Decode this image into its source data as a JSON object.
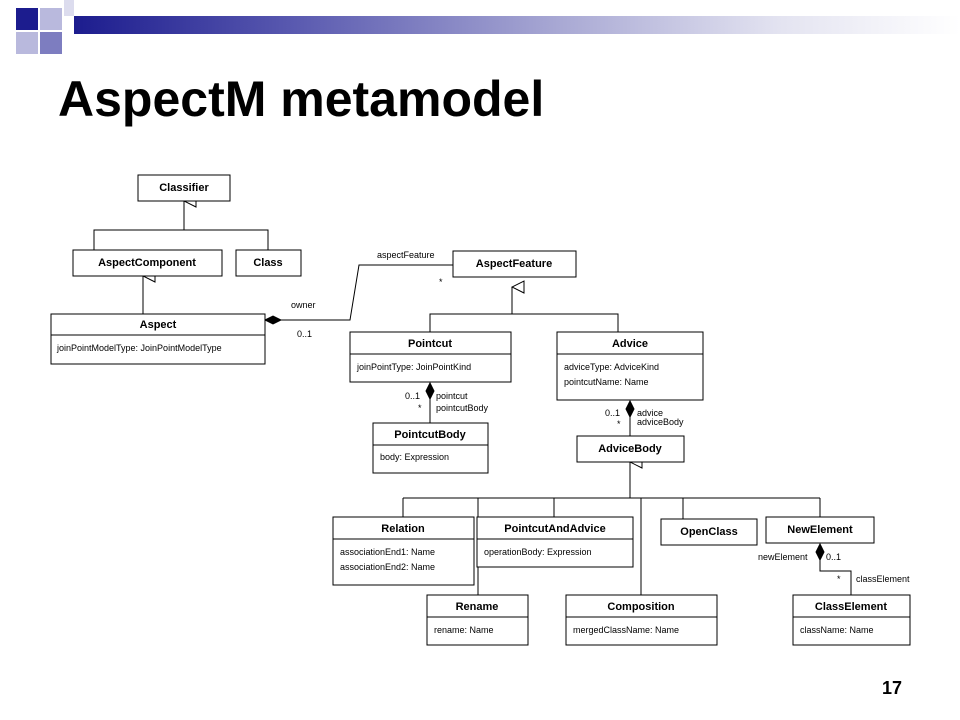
{
  "slide": {
    "title": "AspectM metamodel",
    "page_number": "17"
  },
  "diagram": {
    "classes": {
      "classifier": {
        "name": "Classifier"
      },
      "aspect_component": {
        "name": "AspectComponent"
      },
      "class": {
        "name": "Class"
      },
      "aspect": {
        "name": "Aspect",
        "attrs": [
          "joinPointModelType: JoinPointModelType"
        ]
      },
      "aspect_feature": {
        "name": "AspectFeature"
      },
      "pointcut": {
        "name": "Pointcut",
        "attrs": [
          "joinPointType: JoinPointKind"
        ]
      },
      "advice": {
        "name": "Advice",
        "attrs": [
          "adviceType: AdviceKind",
          "pointcutName: Name"
        ]
      },
      "pointcut_body": {
        "name": "PointcutBody",
        "attrs": [
          "body: Expression"
        ]
      },
      "advice_body": {
        "name": "AdviceBody"
      },
      "relation": {
        "name": "Relation",
        "attrs": [
          "associationEnd1: Name",
          "associationEnd2: Name"
        ]
      },
      "pointcut_and_advice": {
        "name": "PointcutAndAdvice",
        "attrs": [
          "operationBody: Expression"
        ]
      },
      "open_class": {
        "name": "OpenClass"
      },
      "new_element": {
        "name": "NewElement"
      },
      "rename": {
        "name": "Rename",
        "attrs": [
          "rename: Name"
        ]
      },
      "composition": {
        "name": "Composition",
        "attrs": [
          "mergedClassName: Name"
        ]
      },
      "class_element": {
        "name": "ClassElement",
        "attrs": [
          "className: Name"
        ]
      }
    },
    "labels": {
      "aspect_feature_role": "aspectFeature",
      "aspect_feature_mult": "*",
      "owner_role": "owner",
      "owner_mult": "0..1",
      "pointcut_owner_mult": "0..1",
      "pointcut_role": "pointcut",
      "pointcut_body_mult": "*",
      "pointcut_body_role": "pointcutBody",
      "advice_owner_mult": "0..1",
      "advice_body_mult": "*",
      "advice_role": "advice",
      "advice_body_role": "adviceBody",
      "new_element_role": "newElement",
      "new_element_mult": "0..1",
      "class_element_mult": "*",
      "class_element_role": "classElement"
    }
  }
}
